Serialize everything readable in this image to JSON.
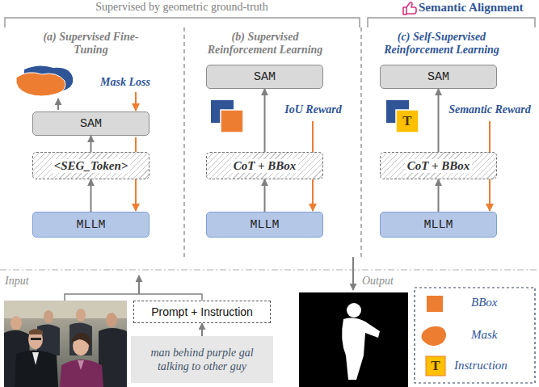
{
  "diagram": {
    "nodes": [
      {
        "text": [
          "SAM"
        ]
      },
      {
        "text": [
          "<SEG_Token>"
        ]
      },
      {
        "text": [
          "MLLM"
        ]
      },
      {
        "text": [
          "SAM"
        ]
      },
      {
        "text": [
          "CoT + BBox"
        ]
      },
      {
        "text": [
          "MLLM"
        ]
      },
      {
        "text": [
          "SAM"
        ]
      },
      {
        "text": [
          "CoT + BBox"
        ]
      },
      {
        "text": [
          "MLLM"
        ]
      },
      {
        "text": [
          "Prompt + Instruction"
        ]
      },
      {
        "text": [
          "man behind purple gal talking to other guy"
        ]
      }
    ],
    "edges": [
      {
        "from": 2,
        "to": 1,
        "arrow": "to"
      },
      {
        "from": 1,
        "to": 0,
        "arrow": "to"
      },
      {
        "from": 5,
        "to": 4,
        "arrow": "to"
      },
      {
        "from": 4,
        "to": 3,
        "arrow": "to"
      },
      {
        "from": 8,
        "to": 7,
        "arrow": "to"
      },
      {
        "from": 7,
        "to": 6,
        "arrow": "to"
      },
      {
        "from": 10,
        "to": 9,
        "arrow": "to"
      }
    ],
    "labels": [
      "Supervised by geometric ground-truth",
      "Semantic Alignment",
      "(a) Supervised Fine-Tuning",
      "(b) Supervised Reinforcement Learning",
      "(c) Self-Supervised Reinforcement Learning",
      "Mask Loss",
      "IoU Reward",
      "Semantic Reward",
      "T",
      "Input",
      "Output",
      "T"
    ],
    "legend": [
      {
        "text": "BBox",
        "color": "#ed7d31"
      },
      {
        "text": "Mask"
      },
      {
        "text": "Instruction"
      }
    ]
  }
}
